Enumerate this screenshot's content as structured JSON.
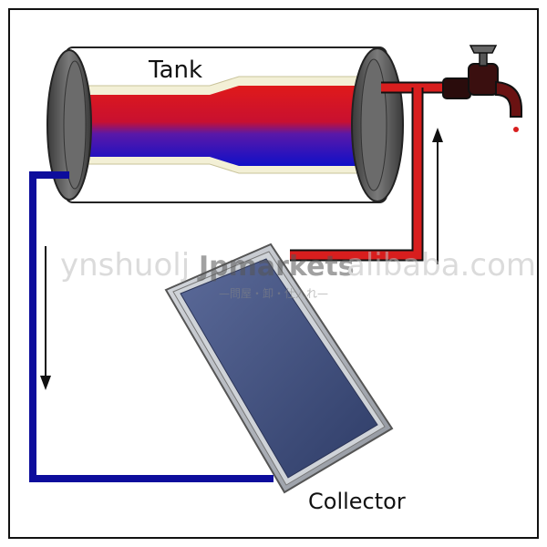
{
  "labels": {
    "tank": "Tank",
    "collector": "Collector"
  },
  "watermark": {
    "left": "ynshuolj",
    "brand": "Jpmarkets",
    "right": "alibaba.com",
    "sub": "—問屋・卸・仕入れ—"
  },
  "colors": {
    "hot": "#d81e1e",
    "cold": "#0d0d9c",
    "frame": "#111111",
    "tank_cap": "#555555",
    "panel": "#4a5a86"
  }
}
